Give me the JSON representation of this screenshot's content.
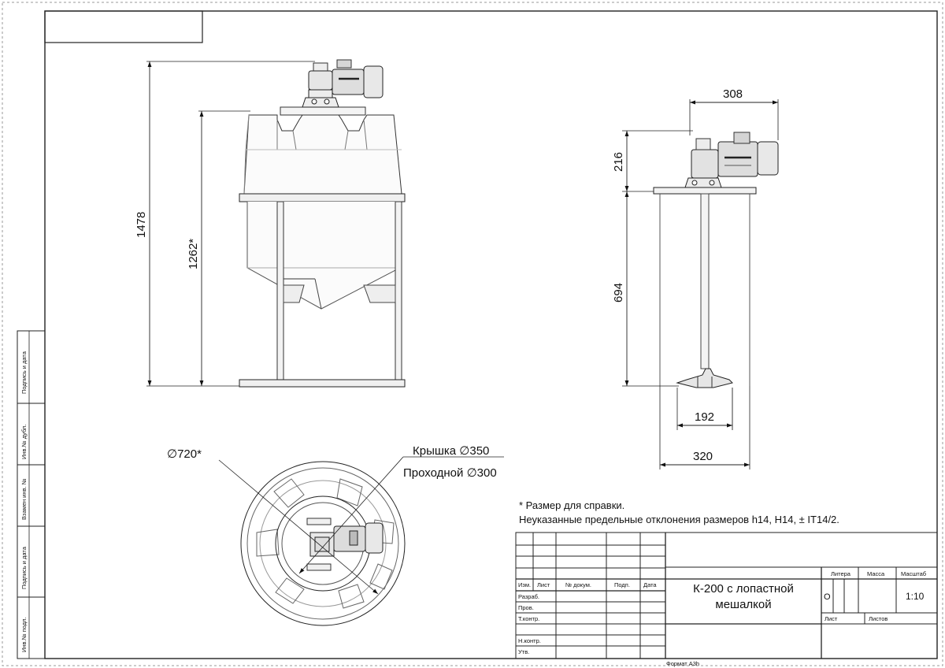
{
  "dimensions": {
    "total_height": "1478",
    "body_height": "1262*",
    "mixer_width": "308",
    "drive_height": "216",
    "shaft_length": "694",
    "impeller_diameter": "192",
    "lid_flange": "320",
    "tank_diameter": "∅720*",
    "lid_label": "Крышка ∅350",
    "passage_label": "Проходной ∅300"
  },
  "notes": {
    "line1": "* Размер для справки.",
    "line2": "Неуказанные предельные отклонения размеров h14, H14, ± IT14/2."
  },
  "side_strip": [
    "Подпись и дата",
    "Инв.№ дубл.",
    "Взамен инв. №",
    "Подпись и дата",
    "Инв.№ подл."
  ],
  "title_block": {
    "title_line1": "К-200 с лопастной",
    "title_line2": "мешалкой",
    "col_headers": [
      "Изм.",
      "Лист",
      "№ докум.",
      "Подп.",
      "Дата"
    ],
    "roles": [
      "Разраб.",
      "Пров.",
      "Т.контр.",
      "Н.контр.",
      "Утв."
    ],
    "litera_label": "Литера",
    "mass_label": "Масса",
    "scale_label": "Масштаб",
    "litera_value": "О",
    "scale_value": "1:10",
    "sheet_label": "Лист",
    "sheets_label": "Листов",
    "format": "Формат А3h"
  }
}
